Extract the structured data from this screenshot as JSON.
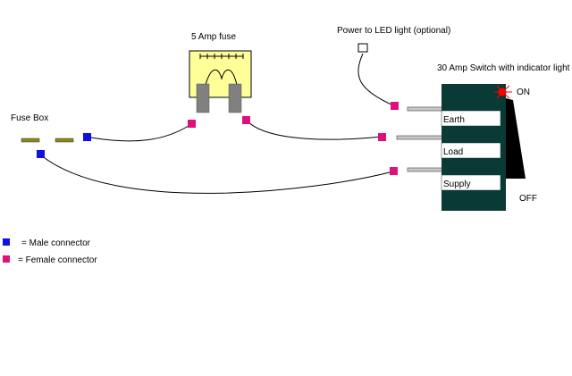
{
  "labels": {
    "fuse_box": "Fuse Box",
    "fuse": "5 Amp fuse",
    "led": "Power to LED light (optional)",
    "switch": "30 Amp Switch with indicator light",
    "on": "ON",
    "off": "OFF"
  },
  "switch_terminals": [
    "Earth",
    "Load",
    "Supply"
  ],
  "legend": [
    {
      "symbol": "male-connector",
      "label": "= Male connector"
    },
    {
      "symbol": "female-connector",
      "label": "= Female connector"
    }
  ],
  "colors": {
    "male_connector": "#1010e0",
    "female_connector": "#e0107a",
    "fuse_body": "#ffff99",
    "fuse_blade": "#808080",
    "switch_body": "#0a3a36",
    "fuse_box_terminal": "#8a8a20",
    "indicator_light": "#ff0000"
  }
}
